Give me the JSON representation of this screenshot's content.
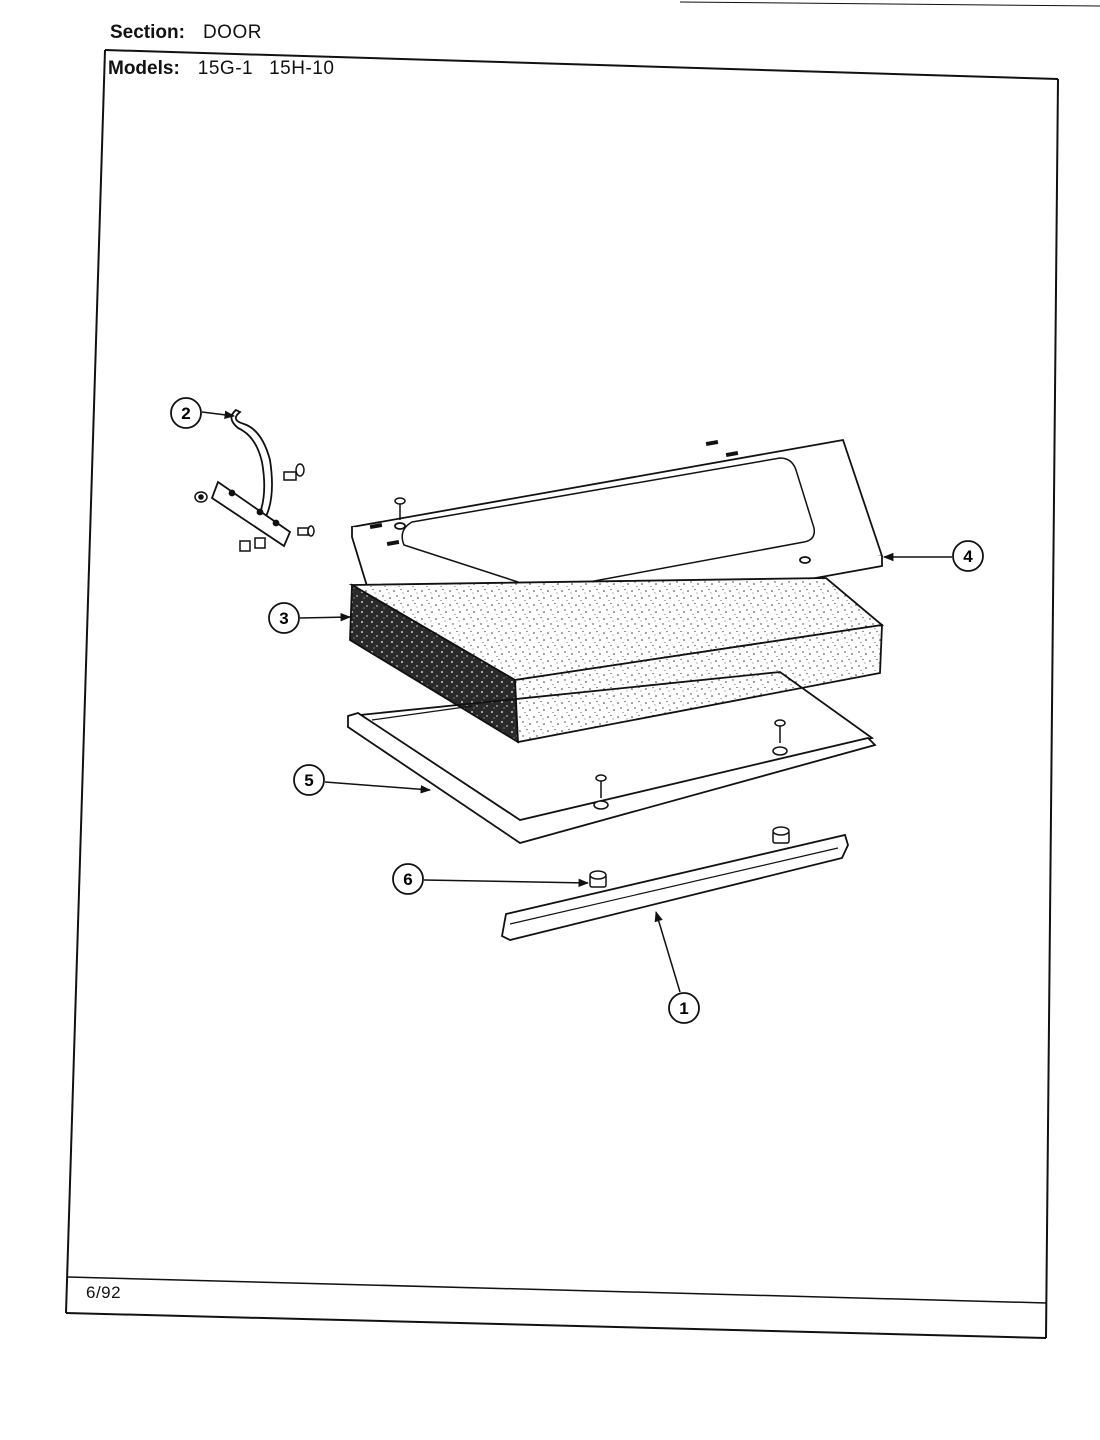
{
  "header": {
    "section_label": "Section:",
    "section_value": "DOOR",
    "models_label": "Models:",
    "models": [
      "15G-1",
      "15H-10"
    ]
  },
  "footer": {
    "date": "6/92"
  },
  "callouts": [
    {
      "id": "1",
      "label": "1"
    },
    {
      "id": "2",
      "label": "2"
    },
    {
      "id": "3",
      "label": "3"
    },
    {
      "id": "4",
      "label": "4"
    },
    {
      "id": "5",
      "label": "5"
    },
    {
      "id": "6",
      "label": "6"
    }
  ],
  "colors": {
    "ink": "#111111",
    "paper": "#ffffff",
    "insulation": "#2a2a2a"
  }
}
